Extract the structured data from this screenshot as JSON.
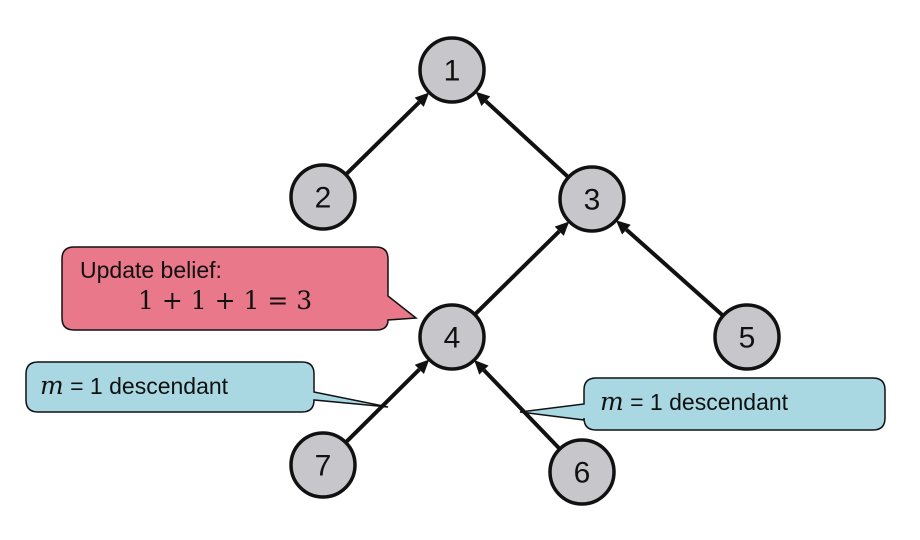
{
  "nodes": [
    {
      "id": "1",
      "label": "1"
    },
    {
      "id": "2",
      "label": "2"
    },
    {
      "id": "3",
      "label": "3"
    },
    {
      "id": "4",
      "label": "4"
    },
    {
      "id": "5",
      "label": "5"
    },
    {
      "id": "6",
      "label": "6"
    },
    {
      "id": "7",
      "label": "7"
    }
  ],
  "edges": [
    {
      "from": "2",
      "to": "1"
    },
    {
      "from": "3",
      "to": "1"
    },
    {
      "from": "4",
      "to": "3"
    },
    {
      "from": "5",
      "to": "3"
    },
    {
      "from": "7",
      "to": "4"
    },
    {
      "from": "6",
      "to": "4"
    }
  ],
  "callouts": {
    "update": {
      "title": "Update belief:",
      "equation": "1 + 1 + 1 = 3",
      "color": "#e8788a",
      "points_to": "4"
    },
    "left_descendant": {
      "var": "m",
      "rest": " = 1 descendant",
      "color": "#a9d8e3",
      "points_to": "edge 7 → 4"
    },
    "right_descendant": {
      "var": "m",
      "rest": " = 1 descendant",
      "color": "#a9d8e3",
      "points_to": "edge 6 → 4"
    }
  },
  "colors": {
    "node_fill": "#c6c6cb",
    "stroke": "#111111"
  }
}
